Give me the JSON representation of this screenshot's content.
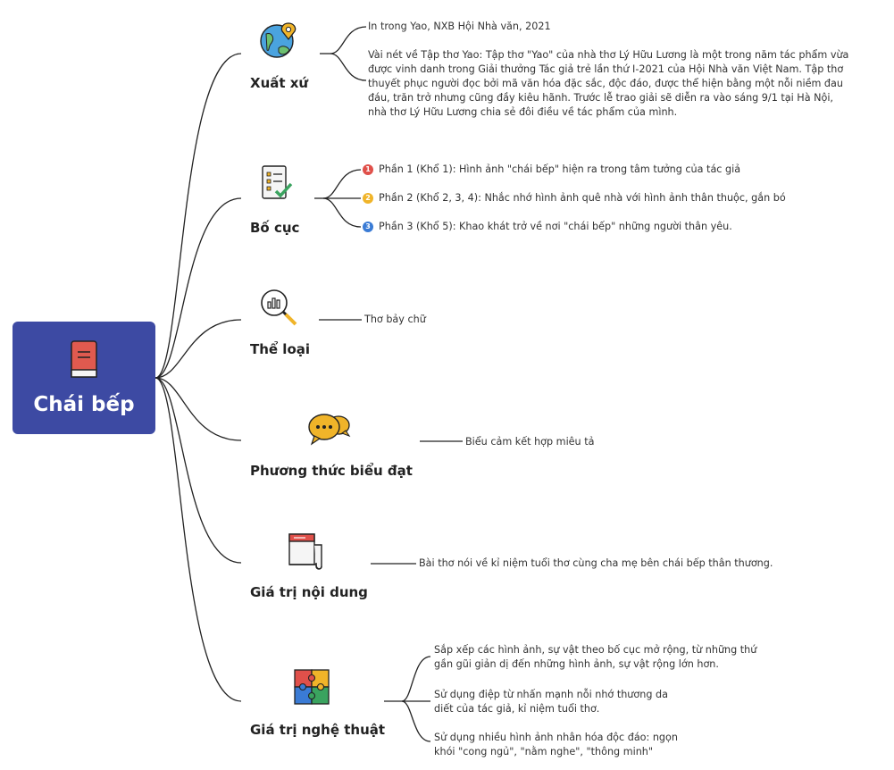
{
  "root": {
    "title": "Chái bếp",
    "icon": "book-icon"
  },
  "branches": [
    {
      "title": "Xuất xứ",
      "icon": "globe-pin-icon",
      "leaves": [
        "In trong Yao, NXB Hội Nhà văn, 2021",
        "Vài nét về Tập thơ Yao: Tập thơ \"Yao\" của nhà thơ Lý Hữu Lương là một trong năm tác phẩm vừa được vinh danh trong Giải thưởng Tác giả trẻ lần thứ I-2021 của Hội Nhà văn Việt Nam. Tập thơ thuyết phục người đọc bởi mã văn hóa đặc sắc, độc đáo, được thể hiện bằng một nỗi niềm đau đáu, trăn trở nhưng cũng đầy kiêu hãnh. Trước lễ trao giải sẽ diễn ra vào sáng 9/1 tại Hà Nội, nhà thơ Lý Hữu Lương chia sẻ đôi điều về tác phẩm của mình."
      ]
    },
    {
      "title": "Bố cục",
      "icon": "checklist-icon",
      "leaves": [
        {
          "num": "1",
          "color": "#e0504a",
          "text": "Phần 1 (Khổ 1): Hình ảnh \"chái bếp\" hiện ra trong tâm tưởng của tác giả"
        },
        {
          "num": "2",
          "color": "#f0b429",
          "text": "Phần 2 (Khổ 2, 3, 4): Nhắc nhớ hình ảnh quê nhà với hình ảnh thân thuộc, gắn bó"
        },
        {
          "num": "3",
          "color": "#3a7bd5",
          "text": "Phần 3 (Khổ 5): Khao khát trở về nơi \"chái bếp\" những người thân yêu."
        }
      ]
    },
    {
      "title": "Thể loại",
      "icon": "magnifier-chart-icon",
      "leaves": [
        "Thơ bảy chữ"
      ]
    },
    {
      "title": "Phương thức biểu đạt",
      "icon": "chat-bubbles-icon",
      "leaves": [
        "Biểu cảm kết hợp miêu tả"
      ]
    },
    {
      "title": "Giá trị nội dung",
      "icon": "scroll-icon",
      "leaves": [
        "Bài thơ nói về kỉ niệm tuổi thơ cùng cha mẹ bên chái bếp thân thương."
      ]
    },
    {
      "title": "Giá trị nghệ thuật",
      "icon": "puzzle-icon",
      "leaves": [
        "Sắp xếp các hình ảnh, sự vật theo bố cục mở rộng, từ những thứ gần gũi giản dị đến những hình ảnh, sự vật rộng lớn hơn.",
        "Sử dụng điệp từ nhấn mạnh nỗi nhớ thương da diết của tác giả, kỉ niệm tuổi thơ.",
        "Sử dụng nhiều hình ảnh nhân hóa độc đáo: ngọn khói \"cong ngủ\", \"nằm nghe\", \"thông minh\""
      ]
    }
  ]
}
